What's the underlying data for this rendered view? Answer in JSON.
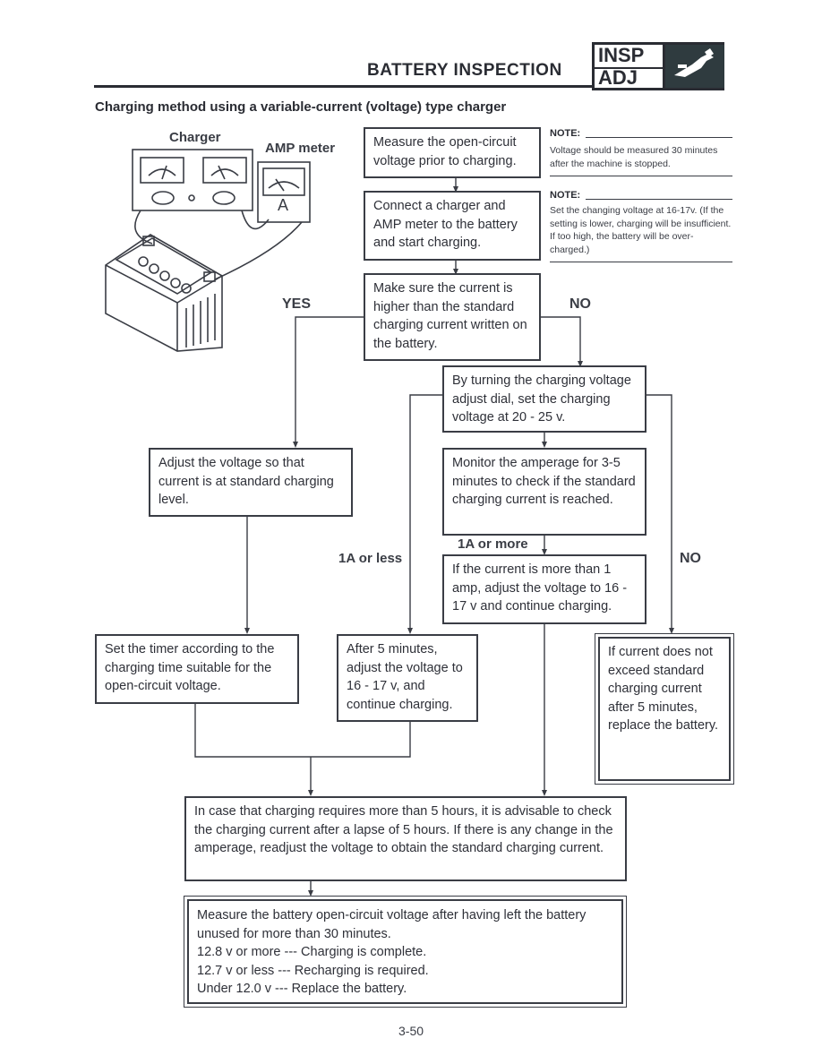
{
  "header": {
    "title": "BATTERY INSPECTION",
    "badge_top": "INSP",
    "badge_bottom": "ADJ",
    "badge_icon": "wrench-hand-icon"
  },
  "section_title": "Charging method using a variable-current (voltage) type charger",
  "illustration": {
    "charger_label": "Charger",
    "amp_meter_label": "AMP meter",
    "meter_letter": "A"
  },
  "notes": [
    {
      "title": "NOTE:",
      "text": "Voltage should be measured 30 minutes after the machine is stopped."
    },
    {
      "title": "NOTE:",
      "text": "Set the changing voltage at 16-17v. (If the setting is lower, charging will be insufficient. If too high, the battery will be over-charged.)"
    }
  ],
  "flow": {
    "step1": "Measure the open-circuit voltage prior to charging.",
    "step2": "Connect a charger and AMP meter to the battery and start charging.",
    "step3": "Make sure the current is higher than the standard charging current written on the battery.",
    "yes_label": "YES",
    "no_label_1": "NO",
    "step_no_1": "By turning the charging voltage adjust dial, set the charging voltage at 20 - 25 v.",
    "step_yes_1": "Adjust the voltage so that current is at standard charging level.",
    "step_monitor": "Monitor the amperage for 3-5 minutes to check if the standard charging current is reached.",
    "label_1a_more": "1A or more",
    "label_1a_less": "1A or less",
    "no_label_2": "NO",
    "step_more_1a": "If the current is more than 1 amp, adjust the voltage to 16 - 17 v and continue charging.",
    "step_timer": "Set the timer according to the charging time suitable for the open-circuit voltage.",
    "step_after5": "After 5 minutes, adjust the voltage to 16 - 17 v, and continue charging.",
    "step_replace": "If current does not exceed standard charging current after 5 minutes, replace the battery.",
    "step_5hours": "In case that charging requires more than 5 hours, it is advisable to check the charging current after a lapse of 5 hours. If there is any change in the amperage, readjust the voltage to obtain the standard charging current.",
    "final_lines": [
      "Measure the battery open-circuit voltage after having left the battery unused for more than 30 minutes.",
      "12.8 v or more --- Charging is complete.",
      "12.7 v or less --- Recharging is required.",
      "Under 12.0 v --- Replace the battery."
    ]
  },
  "page_number": "3-50"
}
